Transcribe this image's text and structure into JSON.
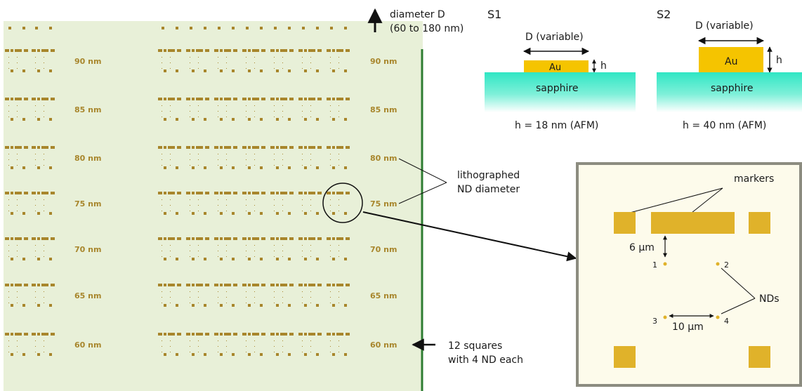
{
  "rows": [
    {
      "label": "90 nm"
    },
    {
      "label": "85 nm"
    },
    {
      "label": "80 nm"
    },
    {
      "label": "75 nm"
    },
    {
      "label": "70 nm"
    },
    {
      "label": "65 nm"
    },
    {
      "label": "60 nm"
    }
  ],
  "top_annotation": {
    "line1": "diameter D",
    "line2": "(60 to 180 nm)"
  },
  "litho_annotation": {
    "line1": "lithographed",
    "line2": "ND diameter"
  },
  "squares_annotation": {
    "line1": "12 squares",
    "line2": "with 4 ND each"
  },
  "s1": {
    "title": "S1",
    "d_label": "D (variable)",
    "metal": "Au",
    "h_label": "h",
    "substrate": "sapphire",
    "height_note": "h = 18 nm (AFM)"
  },
  "s2": {
    "title": "S2",
    "d_label": "D (variable)",
    "metal": "Au",
    "h_label": "h",
    "substrate": "sapphire",
    "height_note": "h = 40 nm (AFM)"
  },
  "inset": {
    "markers": "markers",
    "spacing_v": "6 µm",
    "spacing_h": "10 µm",
    "nds": "NDs",
    "nd1": "1",
    "nd2": "2",
    "nd3": "3",
    "nd4": "4"
  },
  "colors": {
    "gold": "#a8862c",
    "inset_gold": "#e0b22a",
    "array_bg": "#e8f0d8",
    "green_line": "#2e7d32",
    "au": "#f5c400",
    "sapphire": "#2fe0c0",
    "inset_bg": "#fdfbeb",
    "inset_border": "#8c8c80"
  }
}
